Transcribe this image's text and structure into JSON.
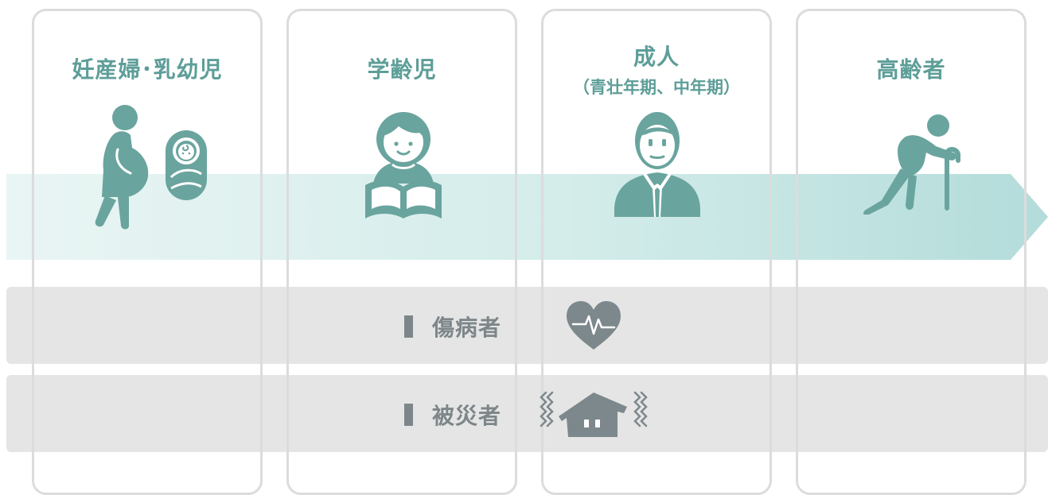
{
  "stages": [
    {
      "title": "妊産婦･乳幼児",
      "subtitle": ""
    },
    {
      "title": "学齢児",
      "subtitle": ""
    },
    {
      "title": "成人",
      "subtitle": "（青壮年期、中年期）"
    },
    {
      "title": "高齢者",
      "subtitle": ""
    }
  ],
  "groups": [
    {
      "label": "傷病者",
      "icon": "heart-pulse-icon"
    },
    {
      "label": "被災者",
      "icon": "shaking-house-icon"
    }
  ],
  "colors": {
    "accent": "#5d9e98",
    "arrow": "#b9dedd",
    "band": "#e5e5e5",
    "group_text": "#7d8689",
    "card_border": "#dcdcdc"
  }
}
